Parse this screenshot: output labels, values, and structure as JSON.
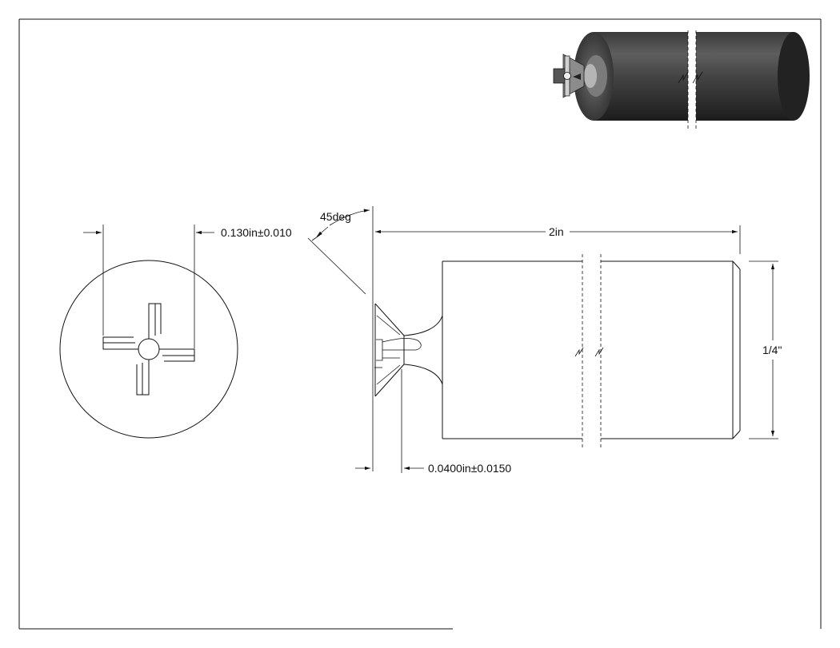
{
  "drawing": {
    "dimensions": {
      "slot_width": "0.130in±0.010",
      "chamfer_angle": "45deg",
      "overall_length": "2in",
      "diameter": "1/4\"",
      "head_offset": "0.0400in±0.0150"
    }
  },
  "colors": {
    "line": "#111111",
    "paper": "#ffffff",
    "shade_dark": "#2f2f2f",
    "shade_mid": "#6a6a6a",
    "shade_light": "#9a9a9a"
  }
}
